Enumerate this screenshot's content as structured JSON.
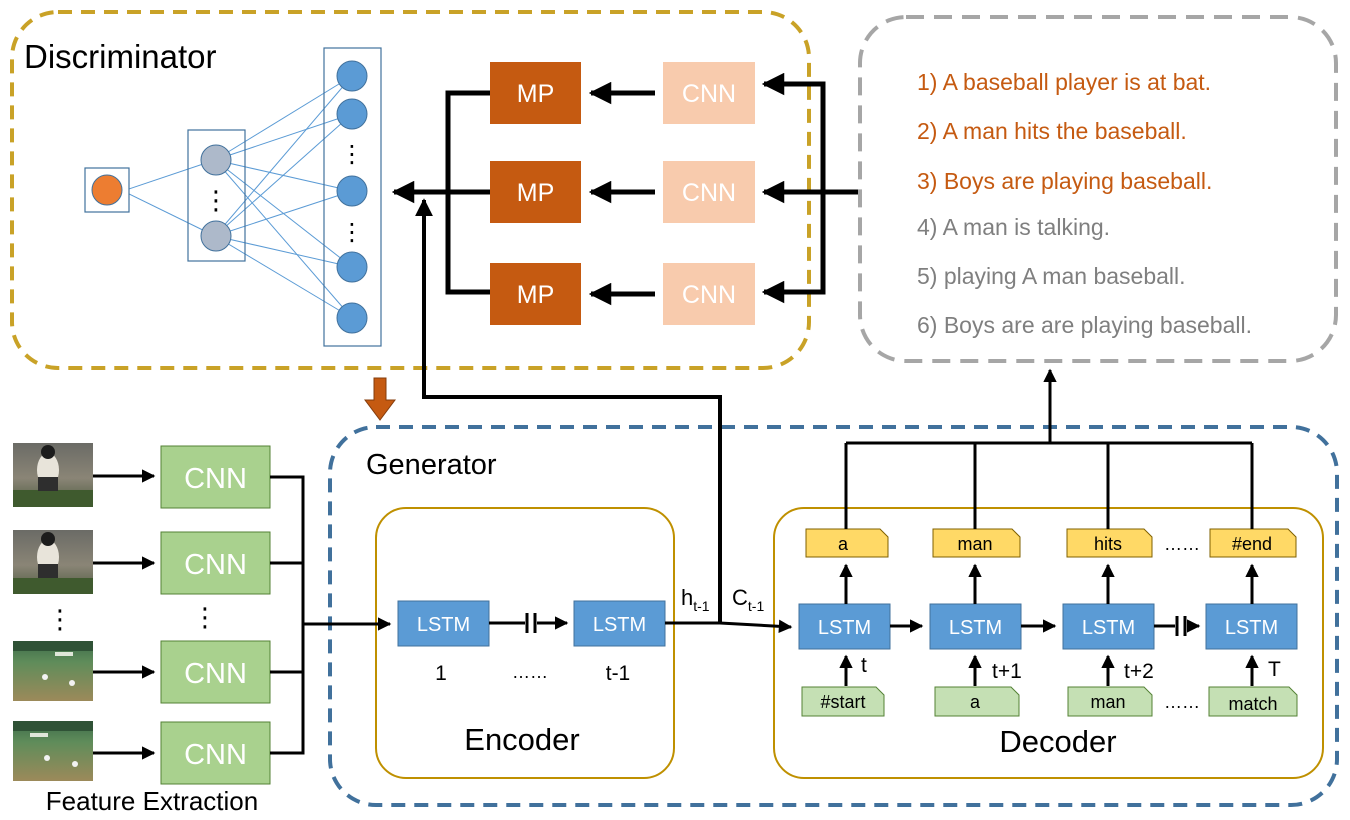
{
  "labels": {
    "discriminator": "Discriminator",
    "generator": "Generator",
    "encoder": "Encoder",
    "decoder": "Decoder",
    "feature_extraction": "Feature Extraction",
    "h_state": "h",
    "h_state_sub": "t-1",
    "c_state": "C",
    "c_state_sub": "t-1"
  },
  "discriminator": {
    "mp_label": "MP",
    "cnn_label": "CNN",
    "vertical_dots": "⋮"
  },
  "sentences": [
    {
      "text": "1) A baseball player is at bat.",
      "highlight": true
    },
    {
      "text": "2) A man hits the baseball.",
      "highlight": true
    },
    {
      "text": "3) Boys are playing baseball.",
      "highlight": true
    },
    {
      "text": "4) A man is talking.",
      "highlight": false
    },
    {
      "text": "5) playing  A man baseball.",
      "highlight": false
    },
    {
      "text": "6) Boys are are playing baseball.",
      "highlight": false
    }
  ],
  "feature_extraction": {
    "cnn_label": "CNN",
    "dots": "⋮"
  },
  "encoder": {
    "lstm_label": "LSTM",
    "steps": [
      "1",
      "t-1"
    ],
    "ellipsis": "……"
  },
  "decoder": {
    "lstm_label": "LSTM",
    "outputs": [
      "a",
      "man",
      "hits",
      "#end"
    ],
    "inputs": [
      "#start",
      "a",
      "man",
      "match"
    ],
    "steps": [
      "t",
      "t+1",
      "t+2",
      "T"
    ],
    "ellipsis_out": "……",
    "ellipsis_in": "……"
  },
  "colors": {
    "discriminator_border": "#C9A227",
    "generator_border": "#41719C",
    "sentences_border": "#A6A6A6",
    "mp_fill": "#C55A11",
    "cnn_disc_fill": "#F8CBAD",
    "cnn_feat_fill": "#A9D18E",
    "lstm_fill": "#5B9BD5",
    "node_blue": "#5B9BD5",
    "node_gray": "#ADB9CA",
    "node_orange": "#ED7D31",
    "word_out_fill": "#FFD966",
    "word_in_fill": "#C5E0B4",
    "inner_box_border": "#BF9000",
    "highlight_text": "#C55A11",
    "normal_text": "#7F7F7F",
    "down_arrow": "#C55A11"
  }
}
